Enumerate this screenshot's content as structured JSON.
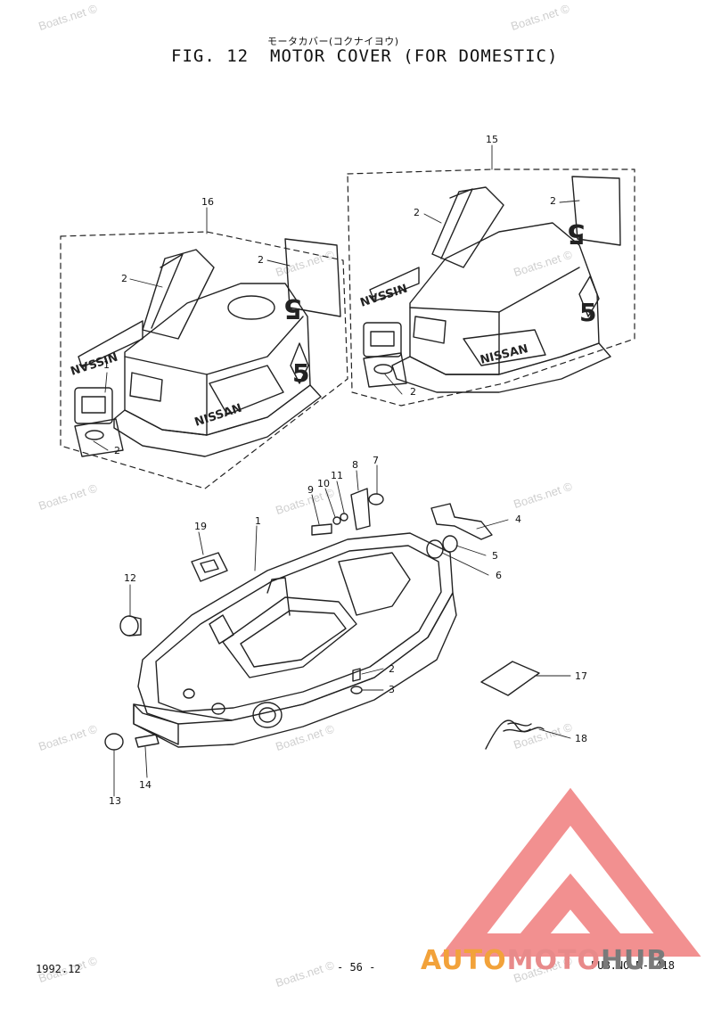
{
  "header": {
    "japanese_title": "モータカバー(コクナイヨウ)",
    "fig_label": "FIG. 12",
    "title": "MOTOR COVER (FOR DOMESTIC)"
  },
  "callouts": {
    "c1_top": "1",
    "c2a": "2",
    "c2b": "2",
    "c2c": "2",
    "c15": "15",
    "c16": "16",
    "c2d": "2",
    "c2e": "2",
    "c2f": "2",
    "c1": "1",
    "c2": "2",
    "c3": "3",
    "c4": "4",
    "c5": "5",
    "c6": "6",
    "c7": "7",
    "c8": "8",
    "c9": "9",
    "c10": "10",
    "c11": "11",
    "c12": "12",
    "c13": "13",
    "c14": "14",
    "c17": "17",
    "c18": "18",
    "c19": "19"
  },
  "cover_text": {
    "nissan": "NISSAN",
    "nissan_mirror": "NISSAN",
    "number": "5"
  },
  "watermark": "Boats.net ©",
  "footer": {
    "date": "1992.12",
    "page": "- 56 -",
    "pub": "PUB.NO.M-1418"
  },
  "brand": {
    "part1": "AUTO",
    "part2": "MOTO",
    "part3": "HUB"
  },
  "colors": {
    "line": "#222222",
    "logo_red": "#e45a5a",
    "logo_orange": "#f2a23a"
  }
}
